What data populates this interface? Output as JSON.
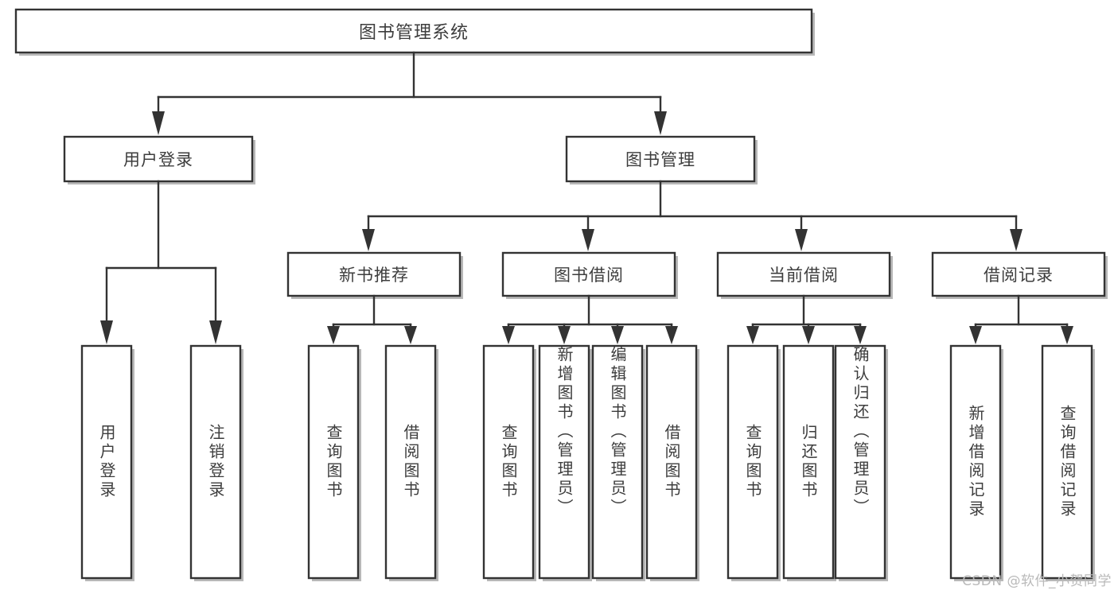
{
  "diagram": {
    "title": "图书管理系统",
    "type": "tree-hierarchy",
    "watermark": "CSDN @软件_小贺同学",
    "colors": {
      "box_fill": "#ffffff",
      "box_stroke": "#333333",
      "text": "#3d3d3d",
      "shadow": "#b8b8b8",
      "watermark": "#b9b9b9",
      "background": "#ffffff"
    }
  },
  "root": {
    "label": "图书管理系统"
  },
  "level1": [
    {
      "label": "用户登录"
    },
    {
      "label": "图书管理"
    }
  ],
  "level2": [
    {
      "label": "新书推荐"
    },
    {
      "label": "图书借阅"
    },
    {
      "label": "当前借阅"
    },
    {
      "label": "借阅记录"
    }
  ],
  "leaves": {
    "user_login": [
      {
        "label": "用户登录"
      },
      {
        "label": "注销登录"
      }
    ],
    "new_book_recommend": [
      {
        "label": "查询图书"
      },
      {
        "label": "借阅图书"
      }
    ],
    "book_borrow": [
      {
        "label": "查询图书"
      },
      {
        "label": "新增图书（管理员）"
      },
      {
        "label": "编辑图书（管理员）"
      },
      {
        "label": "借阅图书"
      }
    ],
    "current_borrow": [
      {
        "label": "查询图书"
      },
      {
        "label": "归还图书"
      },
      {
        "label": "确认归还（管理员）"
      }
    ],
    "borrow_record": [
      {
        "label": "新增借阅记录"
      },
      {
        "label": "查询借阅记录"
      }
    ]
  }
}
